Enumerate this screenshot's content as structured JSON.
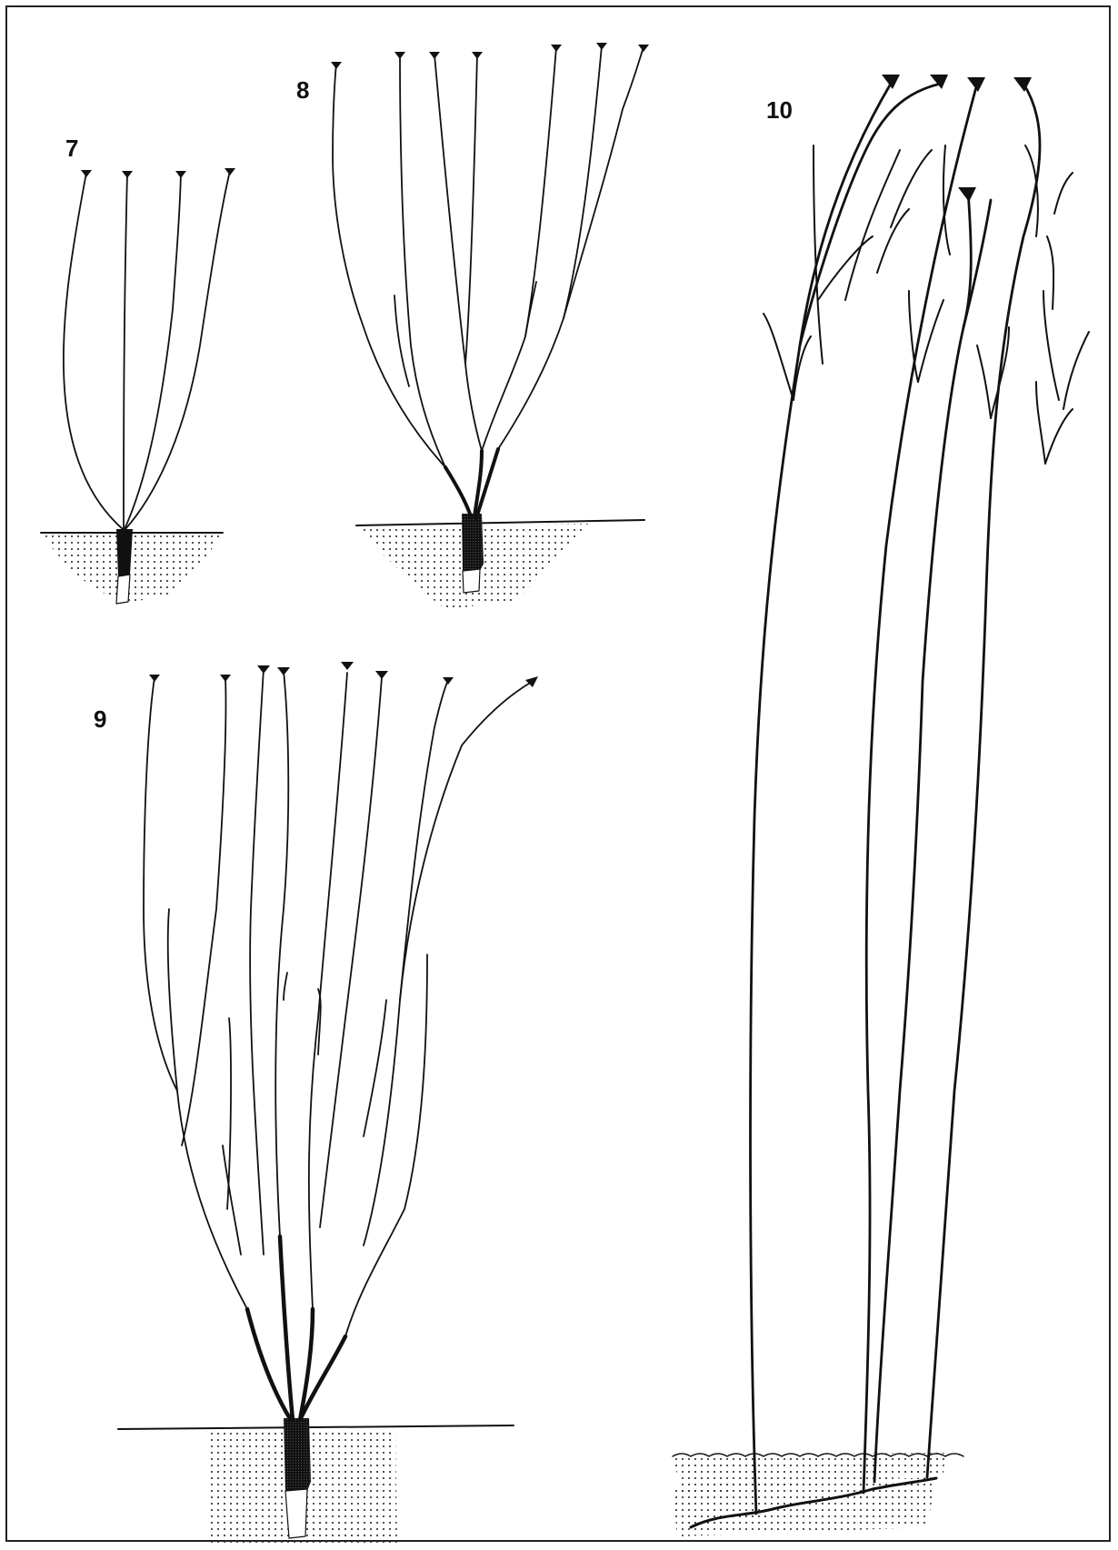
{
  "figures": [
    {
      "id": "fig-7",
      "label": "7"
    },
    {
      "id": "fig-8",
      "label": "8"
    },
    {
      "id": "fig-9",
      "label": "9"
    },
    {
      "id": "fig-10",
      "label": "10"
    }
  ],
  "colors": {
    "ink": "#111111",
    "paper": "#ffffff",
    "frame": "#222222"
  }
}
